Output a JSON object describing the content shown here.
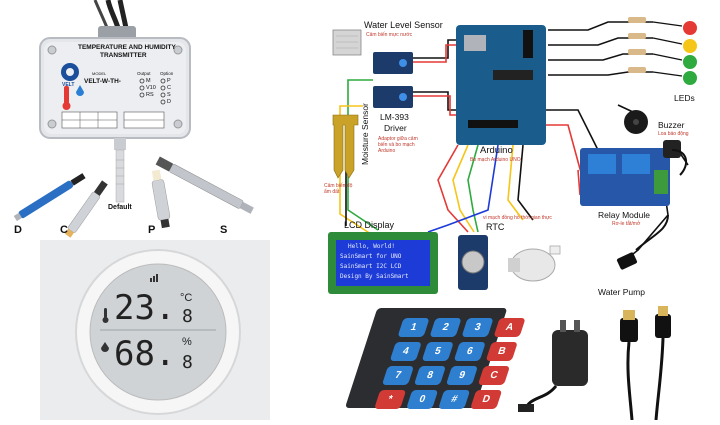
{
  "transmitter": {
    "title_line1": "TEMPERATURE AND HUMIDITY",
    "title_line2": "TRANSMITTER",
    "brand": "VELT",
    "model_label": "MODEL",
    "model": "VELT-W-TH-",
    "output_label": "Output",
    "output_options": [
      "M",
      "V10",
      "RS"
    ],
    "option_label": "Option",
    "option_options": [
      "P",
      "C",
      "S",
      "D"
    ],
    "default_label": "Default",
    "probe_letters": [
      "D",
      "C",
      "P",
      "S"
    ]
  },
  "sensor_display": {
    "temperature": "23.",
    "temperature_decimal": "8",
    "temperature_unit": "°C",
    "humidity": "68.",
    "humidity_decimal": "8",
    "humidity_unit": "%"
  },
  "diagram": {
    "water_level_sensor": "Water Level Sensor",
    "water_level_sub": "Cảm biến mực nước",
    "lm393": "LM-393",
    "driver": "Driver",
    "driver_sub": "Adaptor giữa cảm biến và bo mạch Arduino",
    "moisture_sensor": "Moisture Sensor",
    "moisture_sub": "Cảm biến độ ẩm đất",
    "arduino": "Arduino",
    "arduino_sub": "Bo mạch Arduino UNO",
    "leds": "LEDs",
    "buzzer": "Buzzer",
    "buzzer_sub": "Loa báo động",
    "relay_module": "Relay Module",
    "relay_sub": "Rơ-le tắt/mở",
    "lcd_display": "LCD Display",
    "lcd_lines": [
      "Hello, World!",
      "SainSmart for UNO",
      "SainSmart I2C LCD",
      "Design By SainSmart"
    ],
    "rtc": "RTC",
    "rtc_sub": "vi mạch đồng hồ thời gian thực",
    "water_pump": "Water Pump"
  },
  "keypad": {
    "keys": [
      "1",
      "2",
      "3",
      "A",
      "4",
      "5",
      "6",
      "B",
      "7",
      "8",
      "9",
      "C",
      "*",
      "0",
      "#",
      "D"
    ]
  },
  "colors": {
    "enclosure": "#e4e6ea",
    "lcd_blue": "#1d3bd6",
    "arduino_blue": "#1a5c8c",
    "driver_blue": "#1c3a6a",
    "relay_blue": "#2757a8",
    "keypad_base": "#2b2d31",
    "keypad_red": "#d23a35",
    "keypad_blue": "#2f7fd0",
    "led_red": "#e53935",
    "led_yellow": "#f5c518",
    "led_green": "#2eaa3f"
  }
}
